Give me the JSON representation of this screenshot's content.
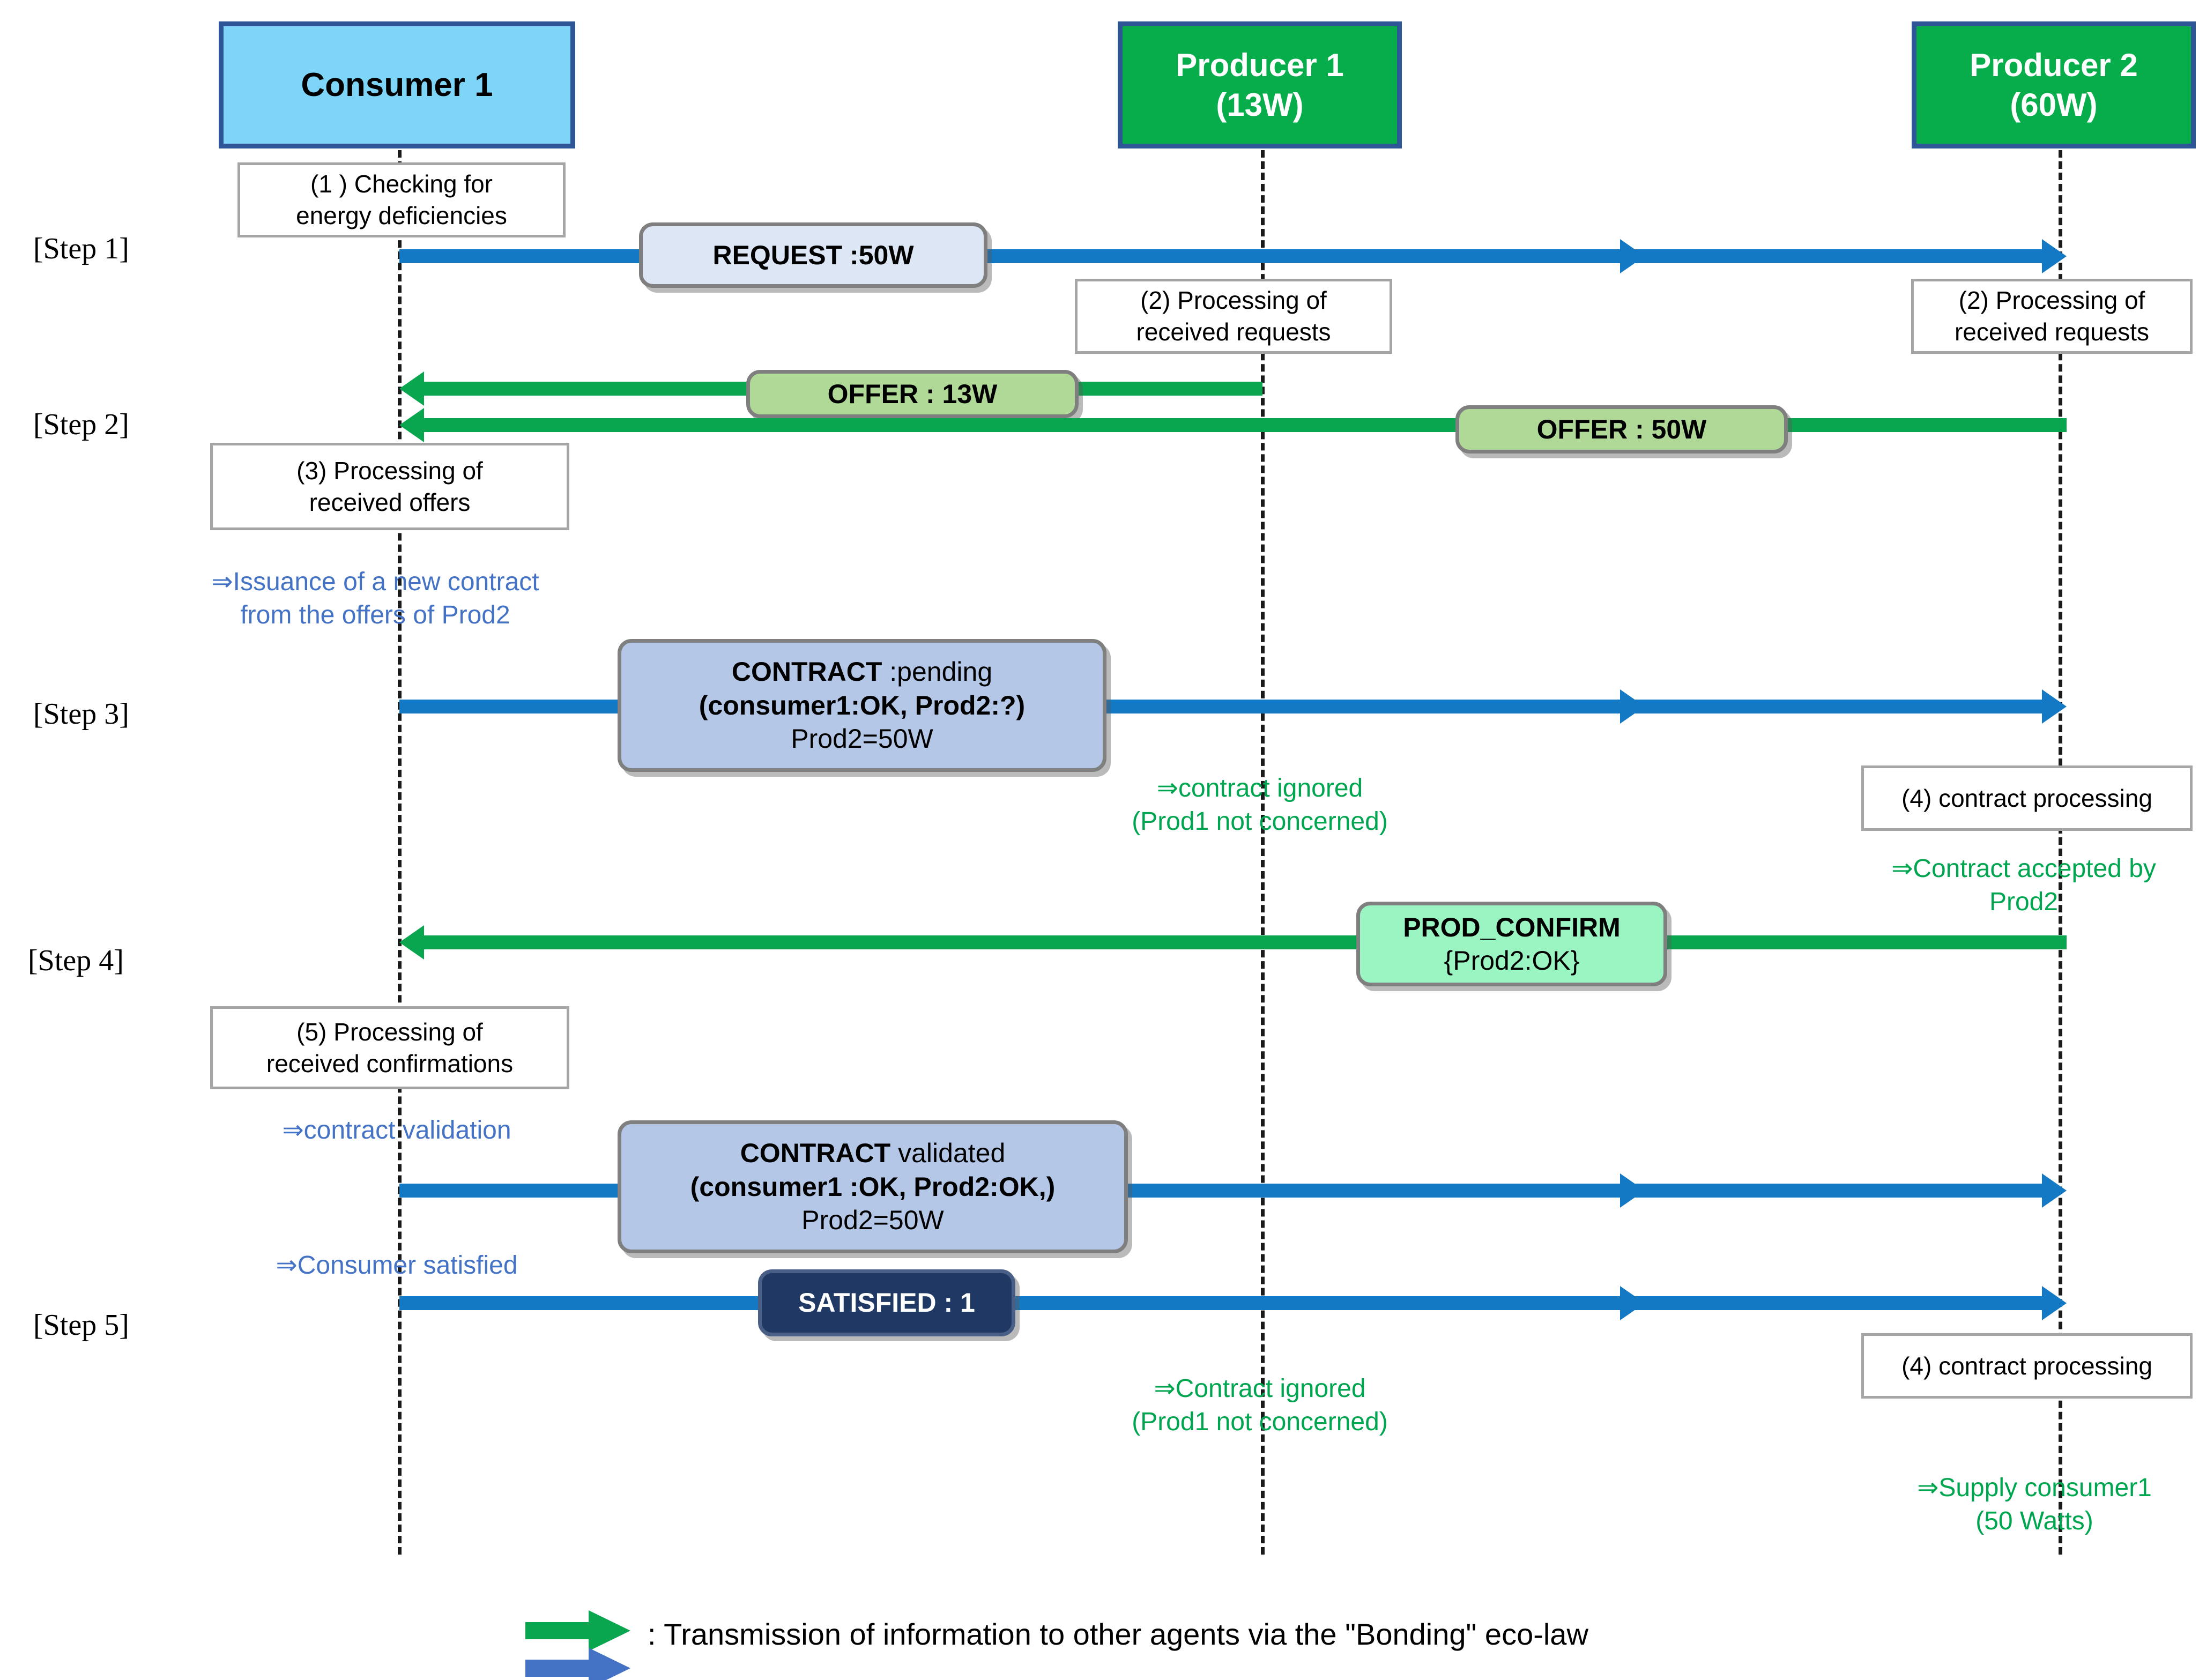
{
  "diagram": {
    "title": "Energy negotiation sequence diagram",
    "colors": {
      "consumer_fill": "#7ed5f7",
      "producer_fill": "#07ad4b",
      "actor_border": "#2e5596",
      "blue_arrow": "#1479c4",
      "green_arrow": "#0aa64f",
      "note_border": "#a6a6a6",
      "blue_anno_text": "#4472c4",
      "green_anno_text": "#00a550",
      "chip_request": "#dce6f4",
      "chip_contract": "#b4c7e7",
      "chip_offer": "#b0d998",
      "chip_confirm": "#9bf5c2",
      "chip_satisfied": "#1f3864"
    }
  },
  "actors": [
    {
      "id": "consumer1",
      "name": "Consumer 1",
      "sub": ""
    },
    {
      "id": "producer1",
      "name": "Producer 1",
      "sub": "(13W)"
    },
    {
      "id": "producer2",
      "name": "Producer 2",
      "sub": "(60W)"
    }
  ],
  "steps": [
    {
      "label": "[Step 1]"
    },
    {
      "label": "[Step 2]"
    },
    {
      "label": "[Step 3]"
    },
    {
      "label": "[Step 4]"
    },
    {
      "label": "[Step 5]"
    }
  ],
  "notes": [
    {
      "id": "n1",
      "line1": "(1 ) Checking for",
      "line2": "energy deficiencies"
    },
    {
      "id": "n2a",
      "line1": "(2) Processing of",
      "line2": "received requests"
    },
    {
      "id": "n2b",
      "line1": "(2) Processing of",
      "line2": "received requests"
    },
    {
      "id": "n3",
      "line1": "(3) Processing of",
      "line2": "received offers"
    },
    {
      "id": "n4a",
      "line1": "(4) contract processing",
      "line2": ""
    },
    {
      "id": "n5",
      "line1": "(5) Processing of",
      "line2": "received confirmations"
    },
    {
      "id": "n4b",
      "line1": "(4) contract processing",
      "line2": ""
    }
  ],
  "messages": [
    {
      "id": "m1",
      "kind": "request",
      "line1": "REQUEST :50W",
      "line2": "",
      "line3": "",
      "color": "blue"
    },
    {
      "id": "m2",
      "kind": "offer13",
      "line1": "OFFER  : 13W",
      "line2": "",
      "line3": "",
      "color": "green"
    },
    {
      "id": "m3",
      "kind": "offer50",
      "line1": "OFFER  : 50W",
      "line2": "",
      "line3": "",
      "color": "green"
    },
    {
      "id": "m4",
      "kind": "contract_pending",
      "line1": "CONTRACT :pending",
      "line2": "(consumer1:OK, Prod2:?)",
      "line3": "Prod2=50W",
      "color": "blue"
    },
    {
      "id": "m5",
      "kind": "prod_confirm",
      "line1": "PROD_CONFIRM",
      "line2": "{Prod2:OK}",
      "line3": "",
      "color": "green"
    },
    {
      "id": "m6",
      "kind": "contract_validated",
      "line1": "CONTRACT validated",
      "line2": "(consumer1 :OK, Prod2:OK,)",
      "line3": "Prod2=50W",
      "color": "blue"
    },
    {
      "id": "m7",
      "kind": "satisfied",
      "line1": "SATISFIED : 1",
      "line2": "",
      "line3": "",
      "color": "blue"
    }
  ],
  "message_parts": {
    "m4_bold": "CONTRACT",
    "m4_rest": " :pending",
    "m6_bold": "CONTRACT",
    "m6_rest": " validated"
  },
  "annotations": [
    {
      "id": "a1",
      "color": "blue",
      "line1": "⇒Issuance of a new contract",
      "line2": "from the offers of Prod2"
    },
    {
      "id": "a2",
      "color": "green",
      "line1": "⇒contract ignored",
      "line2": "(Prod1 not concerned)"
    },
    {
      "id": "a3",
      "color": "green",
      "line1": "⇒Contract accepted by",
      "line2": "Prod2"
    },
    {
      "id": "a4",
      "color": "blue",
      "line1": "⇒contract validation",
      "line2": ""
    },
    {
      "id": "a5",
      "color": "blue",
      "line1": "⇒Consumer satisfied",
      "line2": ""
    },
    {
      "id": "a6",
      "color": "green",
      "line1": "⇒Contract ignored",
      "line2": "(Prod1 not concerned)"
    },
    {
      "id": "a7",
      "color": "green",
      "line1": "⇒Supply consumer1",
      "line2": "(50 Watts)"
    }
  ],
  "legend": {
    "text": ": Transmission of information to other agents via the \"Bonding\" eco-law",
    "green_swatch_name": "green-arrow-swatch",
    "blue_swatch_name": "blue-arrow-swatch"
  }
}
